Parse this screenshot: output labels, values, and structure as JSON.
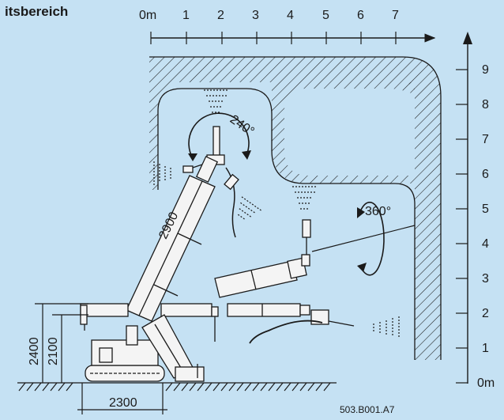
{
  "title": "itsbereich",
  "x_axis": {
    "ticks": [
      "0m",
      "1",
      "2",
      "3",
      "4",
      "5",
      "6",
      "7"
    ]
  },
  "y_axis": {
    "ticks": [
      "0m",
      "1",
      "2",
      "3",
      "4",
      "5",
      "6",
      "7",
      "8",
      "9"
    ]
  },
  "annotations": {
    "rotation_head": "240°",
    "rotation_arm": "360°",
    "boom_length": "2900",
    "height_a": "2400",
    "height_b": "2100",
    "width": "2300"
  },
  "code": "503.B001.A7",
  "colors": {
    "background": "#c5e1f3",
    "line": "#1a1a1a",
    "body": "#f4f4f4"
  }
}
